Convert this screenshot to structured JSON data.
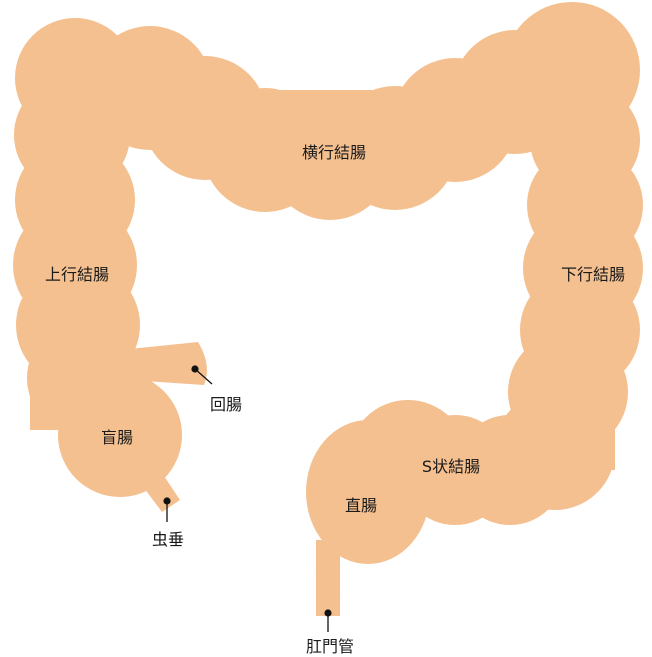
{
  "diagram": {
    "organ_color": "#f5c08f",
    "line_color": "#111111",
    "labels": {
      "transverse_colon": "横行結腸",
      "ascending_colon": "上行結腸",
      "descending_colon": "下行結腸",
      "ileum": "回腸",
      "cecum": "盲腸",
      "appendix": "虫垂",
      "sigmoid_colon": "S状結腸",
      "rectum": "直腸",
      "anal_canal": "肛門管"
    }
  }
}
